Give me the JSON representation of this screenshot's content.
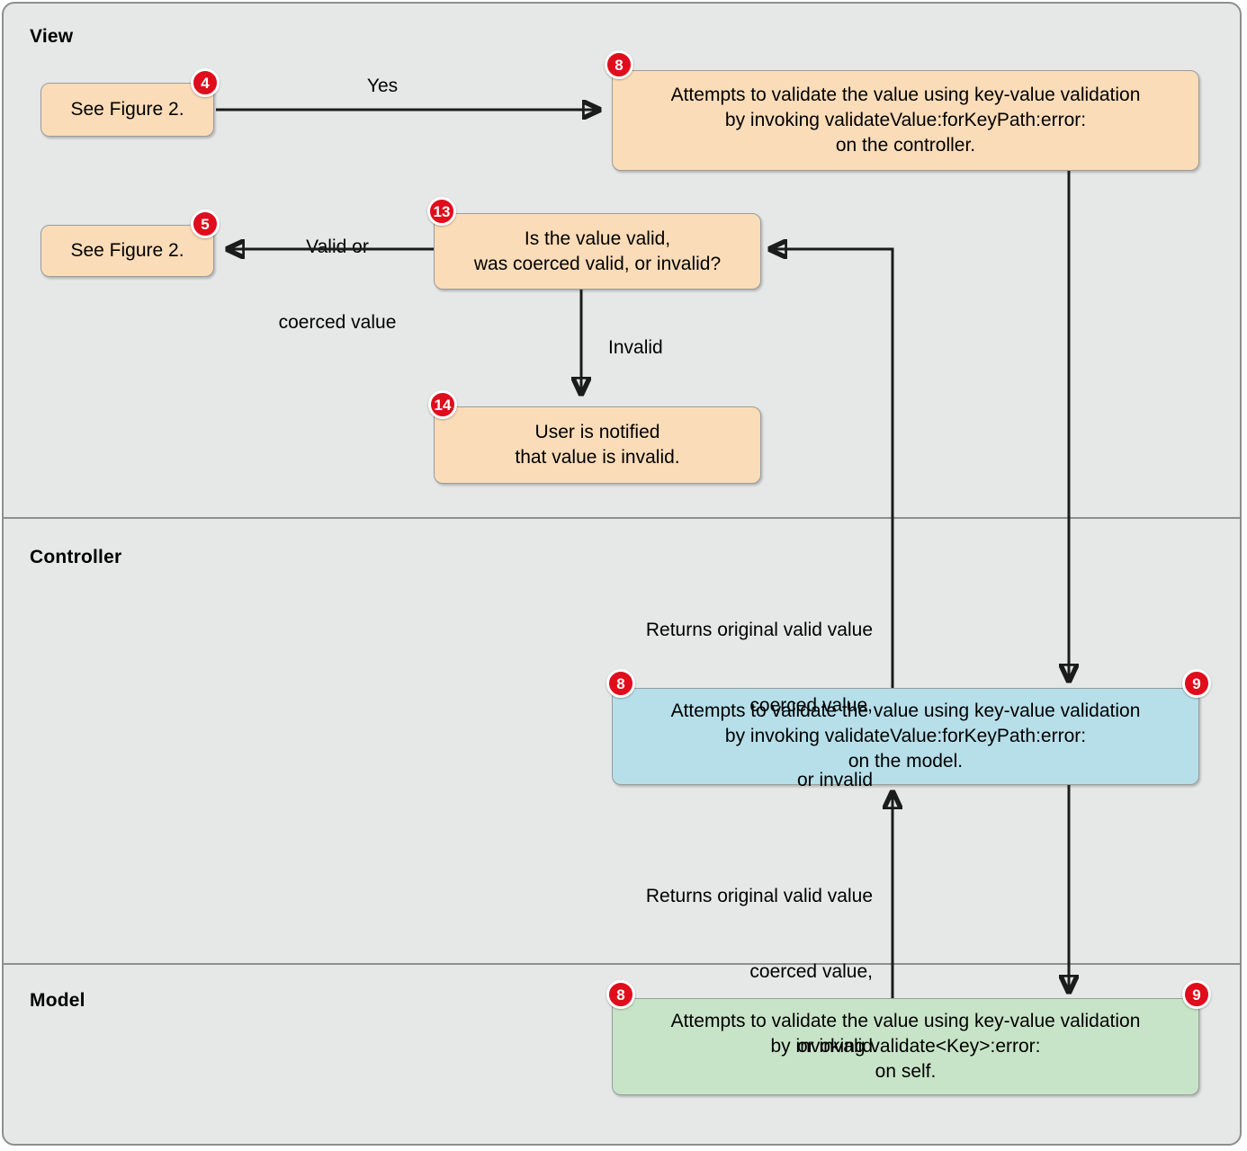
{
  "diagram": {
    "title_hidden": "",
    "lanes": [
      {
        "id": "view",
        "label": "View"
      },
      {
        "id": "controller",
        "label": "Controller"
      },
      {
        "id": "model",
        "label": "Model"
      }
    ],
    "colors": {
      "background": "#e5e8e7",
      "frame_border": "#8c8f8e",
      "view_node": "#fadcb8",
      "controller_node": "#b6dfe9",
      "model_node": "#c8e4c8",
      "badge": "#e00d1c",
      "wire": "#1b1b1b"
    },
    "nodes": [
      {
        "id": "see-figure-2-top",
        "lane": "view",
        "badges": [
          "4"
        ],
        "lines": [
          "See Figure 2."
        ]
      },
      {
        "id": "view-validate",
        "lane": "view",
        "badges": [
          "8"
        ],
        "lines": [
          "Attempts to validate the value using key-value validation",
          "by invoking validateValue:forKeyPath:error:",
          "on the controller."
        ]
      },
      {
        "id": "see-figure-2-bottom",
        "lane": "view",
        "badges": [
          "5"
        ],
        "lines": [
          "See Figure 2."
        ]
      },
      {
        "id": "is-value-valid",
        "lane": "view",
        "badges": [
          "13"
        ],
        "lines": [
          "Is the value valid,",
          "was coerced valid, or invalid?"
        ]
      },
      {
        "id": "user-notified",
        "lane": "view",
        "badges": [
          "14"
        ],
        "lines": [
          "User is notified",
          "that value is invalid."
        ]
      },
      {
        "id": "controller-validate",
        "lane": "controller",
        "badges": [
          "8",
          "9"
        ],
        "lines": [
          "Attempts to validate the value using key-value validation",
          "by invoking validateValue:forKeyPath:error:",
          "on the model."
        ]
      },
      {
        "id": "model-validate",
        "lane": "model",
        "badges": [
          "8",
          "9"
        ],
        "lines": [
          "Attempts to validate the value using key-value validation",
          "by invoking validate<Key>:error:",
          "on self."
        ]
      }
    ],
    "edge_labels": [
      {
        "id": "yes",
        "text": "Yes"
      },
      {
        "id": "valid-or-coerced",
        "line1": "Valid or",
        "line2": "coerced value"
      },
      {
        "id": "invalid",
        "text": "Invalid"
      },
      {
        "id": "returns-controller-to-view",
        "line1": "Returns original valid value",
        "line2": "coerced value,",
        "line3": "or invalid"
      },
      {
        "id": "returns-model-to-controller",
        "line1": "Returns original valid value",
        "line2": "coerced value,",
        "line3": "or invalid"
      }
    ]
  }
}
